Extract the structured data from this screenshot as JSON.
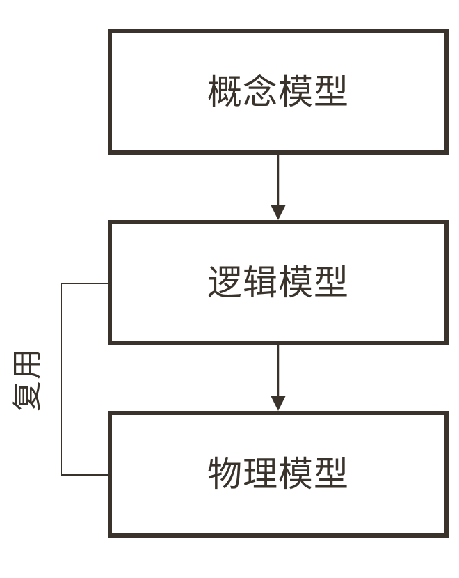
{
  "diagram": {
    "nodes": [
      {
        "id": "conceptual",
        "label": "概念模型"
      },
      {
        "id": "logical",
        "label": "逻辑模型"
      },
      {
        "id": "physical",
        "label": "物理模型"
      }
    ],
    "edges": [
      {
        "from": "conceptual",
        "to": "logical",
        "style": "arrow"
      },
      {
        "from": "logical",
        "to": "physical",
        "style": "arrow"
      },
      {
        "from": "logical",
        "to": "physical",
        "style": "side-connector",
        "label_ref": "side_label"
      }
    ],
    "side_label": "复用"
  },
  "colors": {
    "stroke": "#3a332b",
    "text": "#3a332b",
    "background": "#ffffff"
  }
}
